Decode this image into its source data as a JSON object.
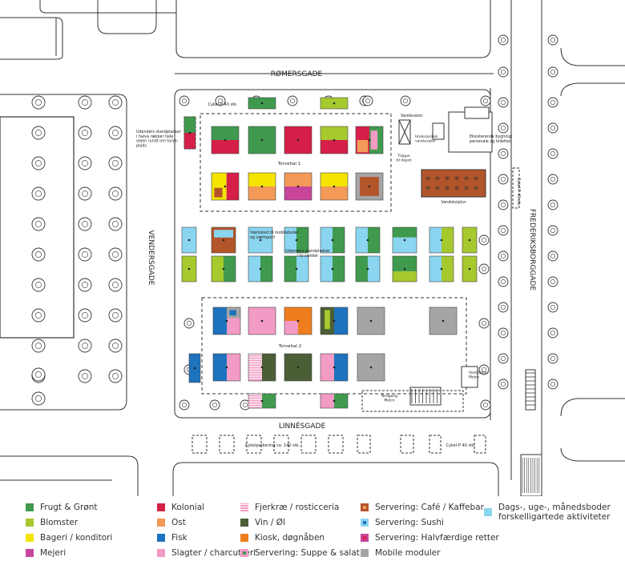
{
  "colors": {
    "frugt": "#3f9a4e",
    "blomster": "#a6c92e",
    "bageri": "#f4e400",
    "mejeri": "#c8459b",
    "kolonial": "#d51f48",
    "ost": "#f39a58",
    "fisk": "#1d73bd",
    "slagter": "#f29bc4",
    "fjerkrae": "#f29bc4",
    "vin": "#4b5e36",
    "kiosk": "#ef7d1e",
    "servering": "#b3552b",
    "mobile": "#a5a5a5",
    "dagsboder": "#8ad5f0",
    "line": "#333333"
  },
  "streets": {
    "north": "RØMERSGADE",
    "west": "VENDERSGADE",
    "east": "FREDERIKSBORGGADE",
    "south": "LINNÉSGADE"
  },
  "labels": {
    "hall1": "Torvehal 1",
    "hall2": "Torvehal 2",
    "cykel_north": "Cykel-P 40 stk.",
    "udendoers_west": "Udendørs standpladser\ni halva rækker hele\nvejen rundt om torve-\nplads",
    "varelevator": "Varelevator",
    "underjordisk": "Underjordisk\nvarelevator",
    "trappe": "Trappe\ntil depot",
    "eksisterende": "Eksisterende bygning:\npersonale og toiletter",
    "vandskulptur": "Vandskulptur",
    "cykel_east": "Cykel-P 40 stk.",
    "vaerksted": "Værksted til mobileboder\nog værtsport",
    "udendoers_middle": "Udendørs standpladser\ni to rækker",
    "ventilation": "Ventilation\nMetro",
    "nedgang": "Nedgang\nMetro",
    "cykel_south": "Cykelparkering ca. 140 stk.",
    "cykel_se": "Cykel-P 40 stk."
  },
  "legend": [
    {
      "label": "Frugt & Grønt",
      "color": "#3f9a4e"
    },
    {
      "label": "Blomster",
      "color": "#a6c92e"
    },
    {
      "label": "Bageri / konditori",
      "color": "#f4e400"
    },
    {
      "label": "Mejeri",
      "color": "#c8459b"
    },
    {
      "label": "Kolonial",
      "color": "#d51f48"
    },
    {
      "label": "Ost",
      "color": "#f39a58"
    },
    {
      "label": "Fisk",
      "color": "#1d73bd"
    },
    {
      "label": "Slagter / charcutteri",
      "color": "#f29bc4"
    },
    {
      "label": "Fjerkræ / rosticceria",
      "color": "#f29bc4",
      "pattern": "hatch"
    },
    {
      "label": "Vin / Øl",
      "color": "#4b5e36"
    },
    {
      "label": "Kiosk, døgnåben",
      "color": "#ef7d1e"
    },
    {
      "label": "Servering: Suppe & salat",
      "color": "#f29bc4",
      "inner": "#3f9a4e"
    },
    {
      "label": "Servering: Café / Kaffebar",
      "color": "#b3552b",
      "inner": "#f39a58"
    },
    {
      "label": "Servering: Sushi",
      "color": "#8ad5f0",
      "inner": "#1d73bd"
    },
    {
      "label": "Servering: Halvfærdige retter",
      "color": "#c8459b",
      "inner": "#d51f48"
    },
    {
      "label": "Mobile moduler",
      "color": "#a5a5a5"
    },
    {
      "label": "Dags-, uge-, månedsboder\nforskelligartede aktiviteter",
      "color": "#8ad5f0"
    }
  ]
}
